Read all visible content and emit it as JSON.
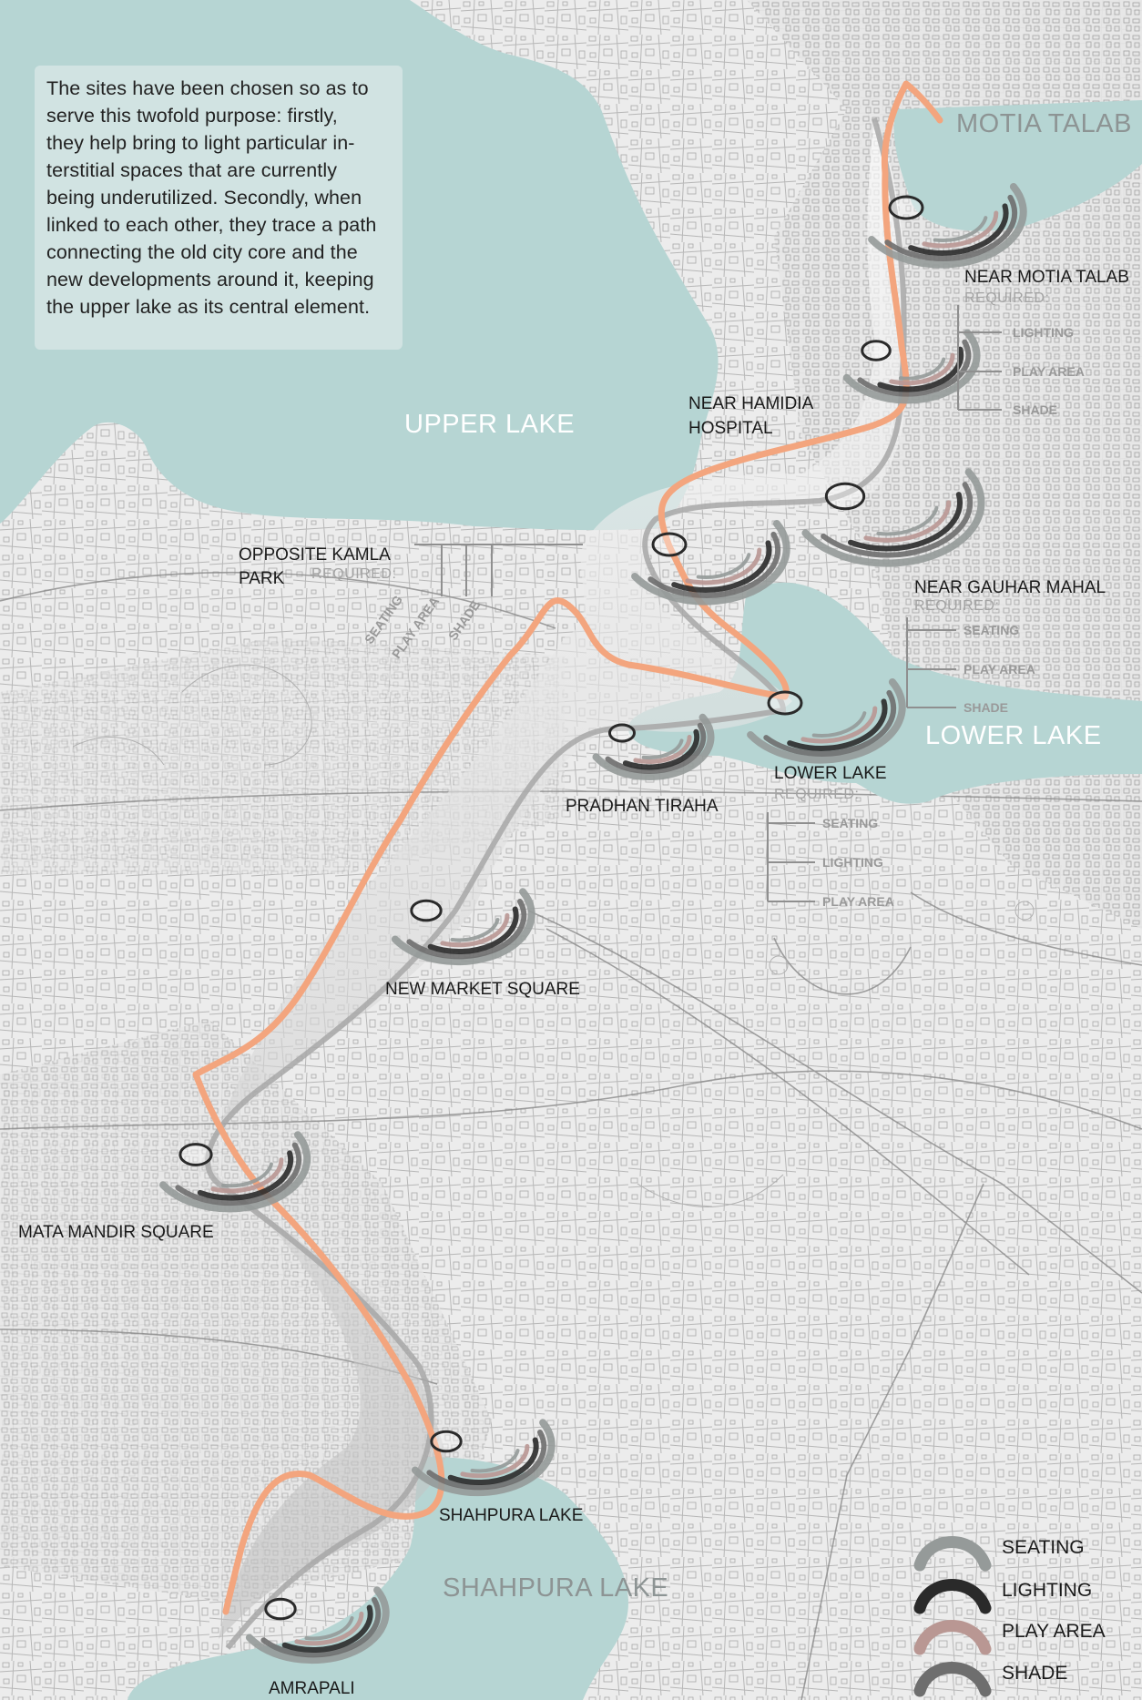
{
  "description": "The sites have been chosen so as to serve this twofold purpose: firstly, they help bring to light particular in-terstitial spaces that are currently being underutilized. Secondly, when linked to each other, they trace a path connecting the old city core and the new developments around it, keeping the upper lake as its central element.",
  "description_lines": [
    "The sites have been chosen so as to",
    "serve this twofold purpose: firstly,",
    "they help bring to light particular in-",
    "terstitial spaces that are currently",
    "being underutilized. Secondly, when",
    "linked to each other, they trace a path",
    "connecting the old city core and the",
    "new developments around it, keeping",
    "the upper lake as its central element."
  ],
  "water_bodies": {
    "upper_lake": "UPPER LAKE",
    "lower_lake": "LOWER LAKE",
    "motia_talab": "MOTIA TALAB",
    "shahpura_lake": "SHAHPURA LAKE"
  },
  "required_label": "REQUIRED:",
  "sites": {
    "near_motia_talab": {
      "name": "NEAR MOTIA TALAB",
      "requirements": [
        "LIGHTING",
        "PLAY AREA",
        "SHADE"
      ]
    },
    "near_hamidia": {
      "name_line1": "NEAR HAMIDIA",
      "name_line2": "HOSPITAL"
    },
    "opposite_kamla_park": {
      "name_line1": "OPPOSITE KAMLA",
      "name_line2": "PARK",
      "requirements": [
        "SEATING",
        "PLAY AREA",
        "SHADE"
      ]
    },
    "near_gauhar_mahal": {
      "name": "NEAR GAUHAR MAHAL",
      "requirements": [
        "SEATING",
        "PLAY AREA",
        "SHADE"
      ]
    },
    "lower_lake": {
      "name": "LOWER LAKE",
      "requirements": [
        "SEATING",
        "LIGHTING",
        "PLAY AREA"
      ]
    },
    "pradhan_tiraha": {
      "name": "PRADHAN TIRAHA"
    },
    "new_market_square": {
      "name": "NEW MARKET SQUARE"
    },
    "mata_mandir_square": {
      "name": "MATA MANDIR SQUARE"
    },
    "shahpura_lake_site": {
      "name": "SHAHPURA LAKE"
    },
    "amrapali": {
      "name": "AMRAPALI"
    }
  },
  "legend": [
    {
      "label": "SEATING",
      "color": "#959a99"
    },
    {
      "label": "LIGHTING",
      "color": "#2a2a2a"
    },
    {
      "label": "PLAY AREA",
      "color": "#b99793"
    },
    {
      "label": "SHADE",
      "color": "#6e6e6e"
    }
  ],
  "colors": {
    "water": "#b6d5d3",
    "land": "#ececec",
    "route": "#f3a57e",
    "corridor": "#c9c9c9"
  }
}
